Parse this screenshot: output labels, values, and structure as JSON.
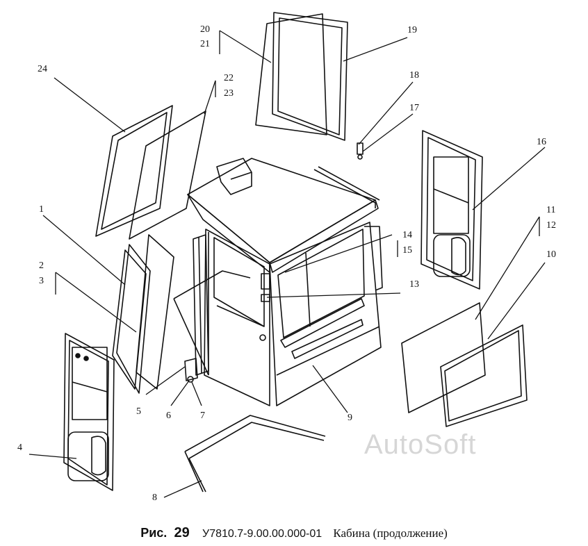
{
  "labels": {
    "l1": "1",
    "l2": "2",
    "l3": "3",
    "l4": "4",
    "l5": "5",
    "l6": "6",
    "l7": "7",
    "l8": "8",
    "l9": "9",
    "l10": "10",
    "l11": "11",
    "l12": "12",
    "l13": "13",
    "l14": "14",
    "l15": "15",
    "l16": "16",
    "l17": "17",
    "l18": "18",
    "l19": "19",
    "l20": "20",
    "l21": "21",
    "l22": "22",
    "l23": "23",
    "l24": "24"
  },
  "caption": {
    "fig_prefix": "Рис.",
    "fig_number": "29",
    "drawing_code": "У7810.7-9.00.00.000-01",
    "title": "Кабина (продолжение)"
  },
  "watermark": "AutoSoft"
}
